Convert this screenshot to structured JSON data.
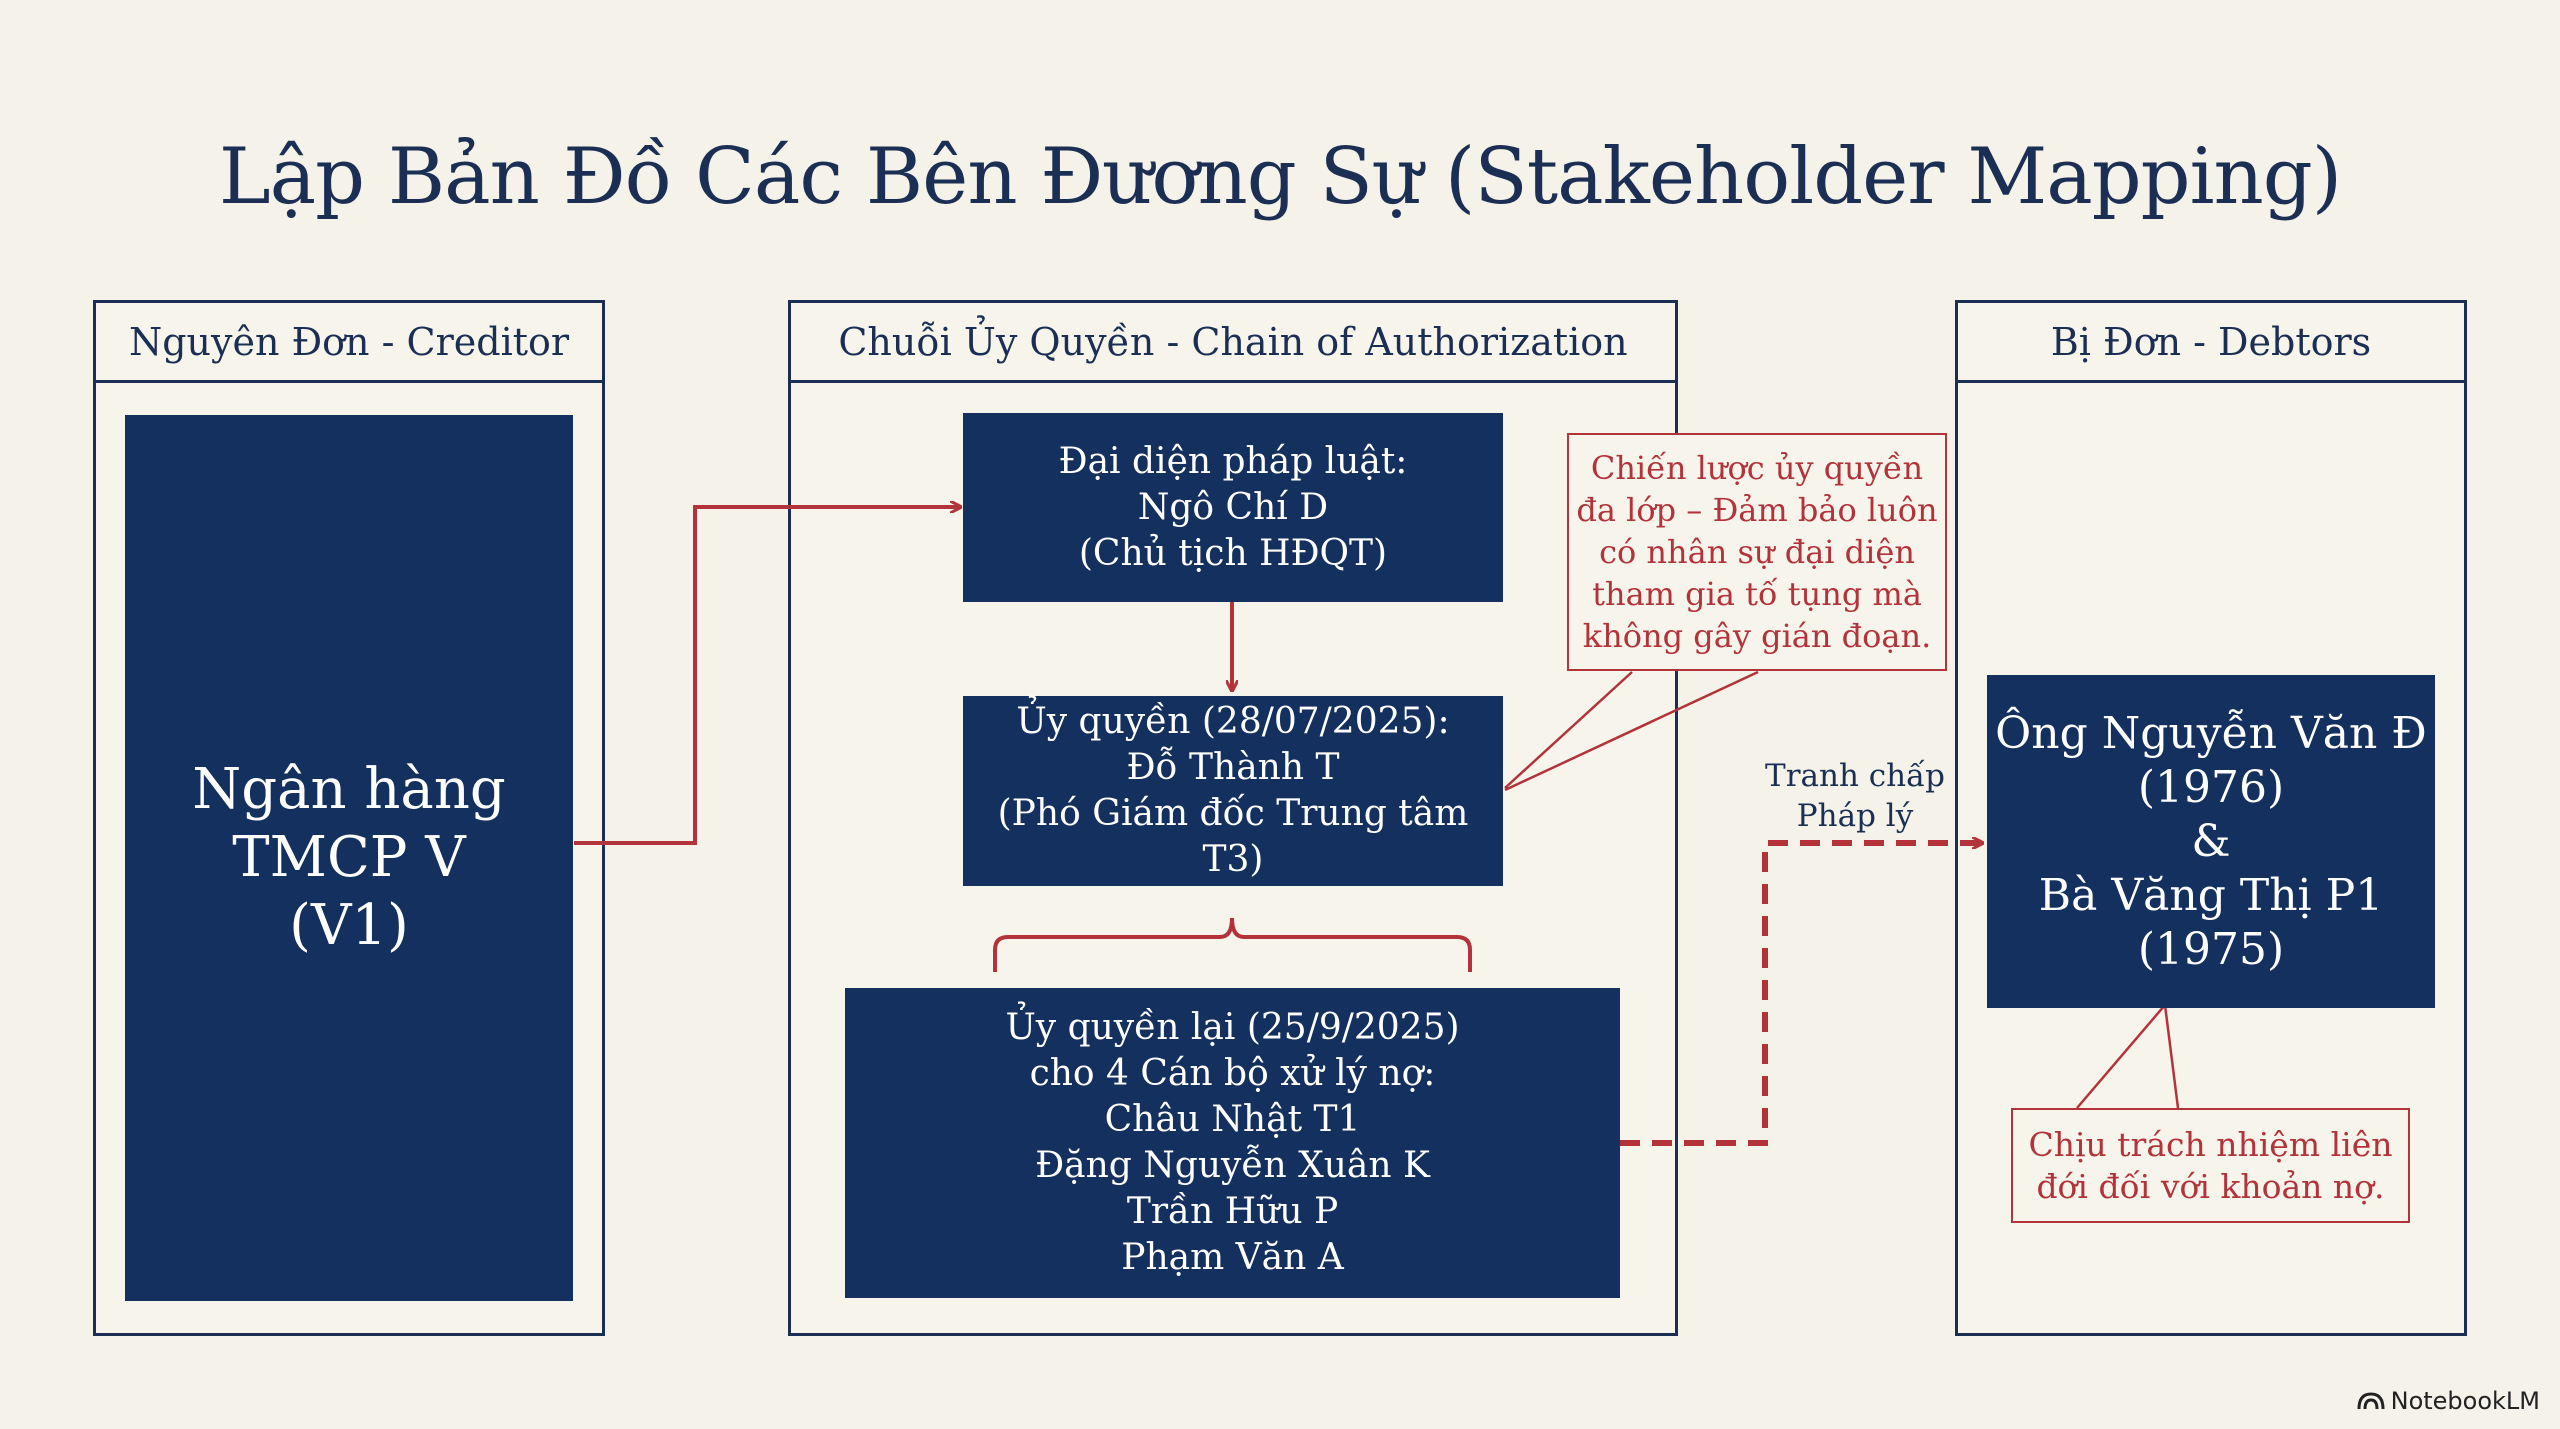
{
  "title": "Lập Bản Đồ Các Bên Đương Sự (Stakeholder Mapping)",
  "columns": {
    "creditor": {
      "header": "Nguyên Đơn - Creditor",
      "entity_lines": [
        "Ngân hàng",
        "TMCP V",
        "(V1)"
      ]
    },
    "chain": {
      "header": "Chuỗi Ủy Quyền - Chain of Authorization",
      "legal_rep_lines": [
        "Đại diện pháp luật:",
        "Ngô Chí D",
        "(Chủ tịch HĐQT)"
      ],
      "authorization_lines": [
        "Ủy quyền (28/07/2025):",
        "Đỗ Thành T",
        "(Phó Giám đốc Trung tâm T3)"
      ],
      "sub_authorization_lines": [
        "Ủy quyền lại (25/9/2025)",
        "cho 4 Cán bộ xử lý nợ:",
        "Châu Nhật T1",
        "Đặng Nguyễn Xuân K",
        "Trần Hữu P",
        "Phạm Văn A"
      ]
    },
    "debtors": {
      "header": "Bị Đơn - Debtors",
      "entity_lines": [
        "Ông Nguyễn Văn Đ",
        "(1976)",
        "&",
        "Bà Văng Thị P1",
        "(1975)"
      ]
    }
  },
  "notes": {
    "strategy_lines": [
      "Chiến lược ủy quyền",
      "đa lớp – Đảm bảo luôn",
      "có nhân sự đại diện",
      "tham gia tố tụng mà",
      "không gây gián đoạn."
    ],
    "liability_lines": [
      "Chịu trách nhiệm liên",
      "đới đối với khoản nợ."
    ]
  },
  "dispute_label_lines": [
    "Tranh chấp",
    "Pháp lý"
  ],
  "brand": "NotebookLM",
  "colors": {
    "navy": "#13305e",
    "accent_red": "#b3333a",
    "background": "#f5f2e9"
  }
}
